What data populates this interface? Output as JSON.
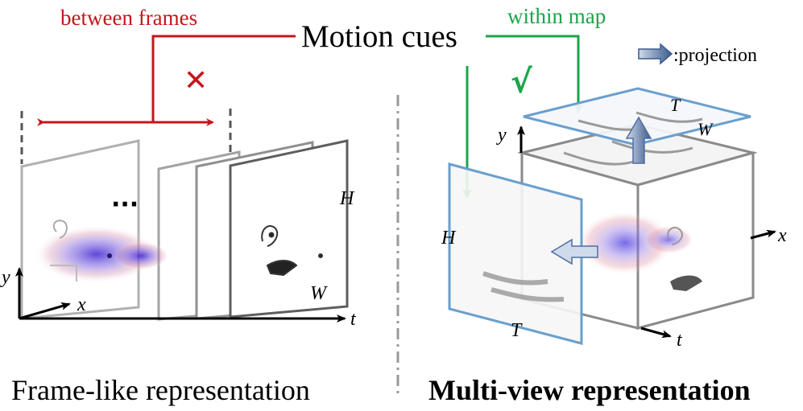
{
  "labels": {
    "between_frames": "between frames",
    "within_map": "within map",
    "motion_cues": "Motion cues",
    "projection_legend": ":projection",
    "cross_mark": "✕",
    "check_mark": "√",
    "ellipsis": "···",
    "left_caption": "Frame-like representation",
    "right_caption": "Multi-view representation"
  },
  "axes": {
    "left": {
      "x": "x",
      "y": "y",
      "t": "t",
      "H": "H",
      "W": "W"
    },
    "right": {
      "x": "x",
      "y": "y",
      "t": "t",
      "H": "H",
      "T_side": "T",
      "T_top": "T",
      "W": "W"
    }
  },
  "colors": {
    "red": "#c4161c",
    "green": "#1aa64a",
    "blue_frame": "#6a9fce",
    "projection_arrow": "#4f6fa0",
    "frame_gray": "#9a9a9a",
    "frame_dark": "#555555"
  }
}
